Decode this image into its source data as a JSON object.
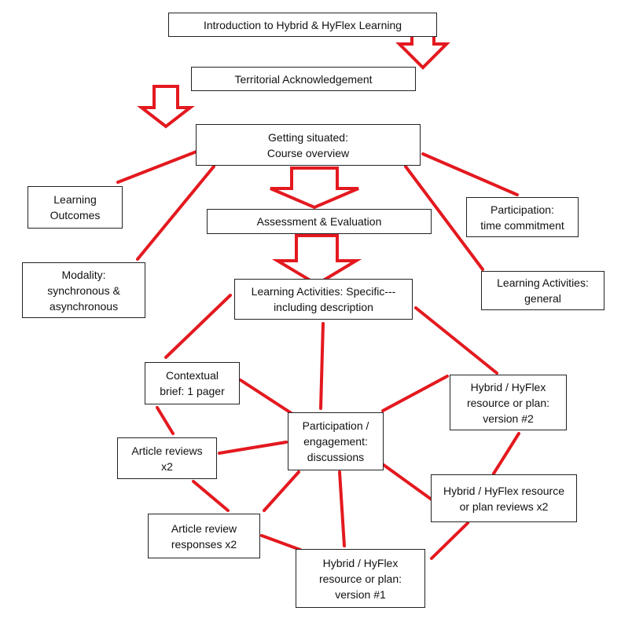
{
  "colors": {
    "connector": "#e3191f",
    "box_border": "#222222",
    "text": "#111111",
    "background": "#ffffff"
  },
  "boxes": {
    "intro": "Introduction to Hybrid & HyFlex Learning",
    "territorial": "Territorial Acknowledgement",
    "getting_situated": "Getting situated:\nCourse overview",
    "learning_outcomes": "Learning\nOutcomes",
    "participation_time": "Participation:\ntime commitment",
    "assessment": "Assessment & Evaluation",
    "modality": "Modality:\nsynchronous &\nasynchronous",
    "learning_activities_general": "Learning Activities:\ngeneral",
    "learning_activities_specific": "Learning Activities: Specific---\nincluding description",
    "contextual_brief": "Contextual\nbrief: 1 pager",
    "hybrid_v2": "Hybrid / HyFlex\nresource or plan:\nversion #2",
    "participation_engagement": "Participation /\nengagement:\ndiscussions",
    "article_reviews": "Article reviews\nx2",
    "hybrid_reviews": "Hybrid / HyFlex resource\nor plan reviews x2",
    "article_review_responses": "Article review\nresponses x2",
    "hybrid_v1": "Hybrid / HyFlex\nresource or plan:\nversion #1"
  }
}
